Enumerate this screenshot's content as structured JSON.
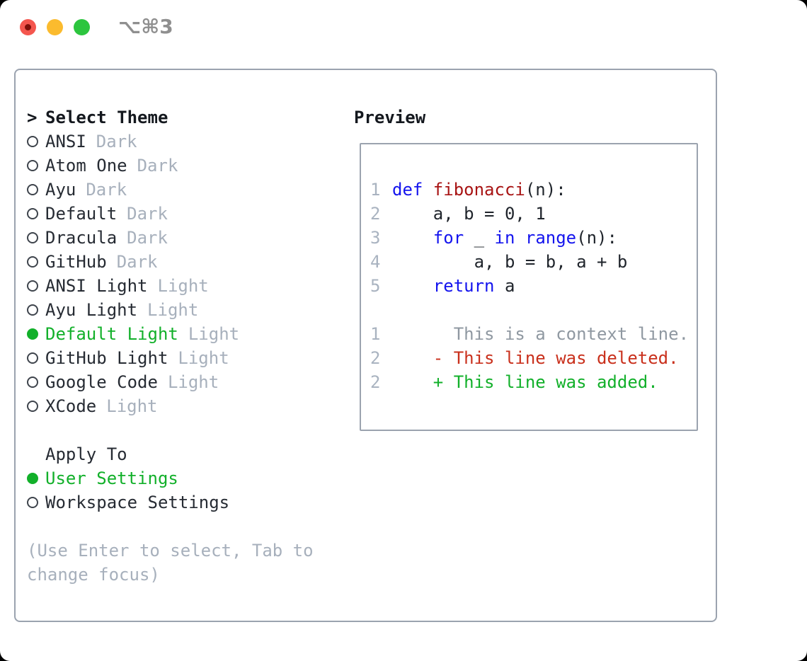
{
  "window": {
    "title": "⌥⌘3"
  },
  "theme_picker": {
    "header_marker": ">",
    "header": "Select Theme",
    "items": [
      {
        "name": "ANSI",
        "tag": "Dark",
        "selected": false
      },
      {
        "name": "Atom One",
        "tag": "Dark",
        "selected": false
      },
      {
        "name": "Ayu",
        "tag": "Dark",
        "selected": false
      },
      {
        "name": "Default",
        "tag": "Dark",
        "selected": false
      },
      {
        "name": "Dracula",
        "tag": "Dark",
        "selected": false
      },
      {
        "name": "GitHub",
        "tag": "Dark",
        "selected": false
      },
      {
        "name": "ANSI Light",
        "tag": "Light",
        "selected": false
      },
      {
        "name": "Ayu Light",
        "tag": "Light",
        "selected": false
      },
      {
        "name": "Default Light",
        "tag": "Light",
        "selected": true
      },
      {
        "name": "GitHub Light",
        "tag": "Light",
        "selected": false
      },
      {
        "name": "Google Code",
        "tag": "Light",
        "selected": false
      },
      {
        "name": "XCode",
        "tag": "Light",
        "selected": false
      }
    ]
  },
  "apply_to": {
    "header": "Apply To",
    "options": [
      {
        "name": "User Settings",
        "selected": true
      },
      {
        "name": "Workspace Settings",
        "selected": false
      }
    ]
  },
  "hint": "(Use Enter to select, Tab to change focus)",
  "preview": {
    "title": "Preview",
    "code_lines": [
      {
        "num": "1",
        "segments": [
          {
            "t": "def ",
            "c": "kw"
          },
          {
            "t": "fibonacci",
            "c": "fn"
          },
          {
            "t": "(n):",
            "c": "plain"
          }
        ]
      },
      {
        "num": "2",
        "segments": [
          {
            "t": "    a, b = 0, 1",
            "c": "plain"
          }
        ]
      },
      {
        "num": "3",
        "segments": [
          {
            "t": "    ",
            "c": "plain"
          },
          {
            "t": "for",
            "c": "kw"
          },
          {
            "t": " _ ",
            "c": "plain"
          },
          {
            "t": "in",
            "c": "kw"
          },
          {
            "t": " ",
            "c": "plain"
          },
          {
            "t": "range",
            "c": "kw"
          },
          {
            "t": "(n):",
            "c": "plain"
          }
        ]
      },
      {
        "num": "4",
        "segments": [
          {
            "t": "        a, b = b, a + b",
            "c": "plain"
          }
        ]
      },
      {
        "num": "5",
        "segments": [
          {
            "t": "    ",
            "c": "plain"
          },
          {
            "t": "return",
            "c": "kw"
          },
          {
            "t": " a",
            "c": "plain"
          }
        ]
      },
      {
        "num": "",
        "segments": []
      },
      {
        "num": "1",
        "segments": [
          {
            "t": "      This is a context line.",
            "c": "ctx"
          }
        ]
      },
      {
        "num": "2",
        "segments": [
          {
            "t": "    - This line was deleted.",
            "c": "del"
          }
        ]
      },
      {
        "num": "2",
        "segments": [
          {
            "t": "    + This line was added.",
            "c": "add"
          }
        ]
      }
    ]
  },
  "colors": {
    "accent_green": "#12b02a",
    "keyword_blue": "#1414ee",
    "function_red": "#a81414",
    "diff_red": "#c9301c",
    "muted_gray": "#a7b0bc",
    "text_dark": "#262b33",
    "border_gray": "#9ba3af"
  }
}
